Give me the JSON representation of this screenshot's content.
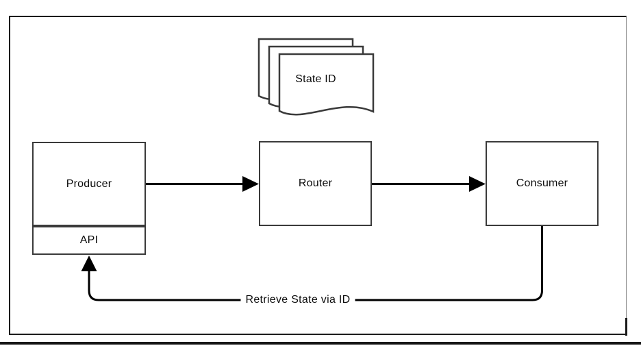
{
  "diagram": {
    "nodes": {
      "producer": {
        "label": "Producer"
      },
      "api": {
        "label": "API"
      },
      "router": {
        "label": "Router"
      },
      "consumer": {
        "label": "Consumer"
      },
      "state_doc": {
        "label": "State ID"
      }
    },
    "edges": {
      "producer_to_router": {
        "label": ""
      },
      "router_to_consumer": {
        "label": ""
      },
      "consumer_to_api": {
        "label": "Retrieve State via ID"
      }
    },
    "colors": {
      "node_border": "#3a3a3a",
      "arrow": "#000000",
      "frame_border": "#1a1a1a",
      "background": "#ffffff",
      "text": "#0b0b0b"
    }
  }
}
